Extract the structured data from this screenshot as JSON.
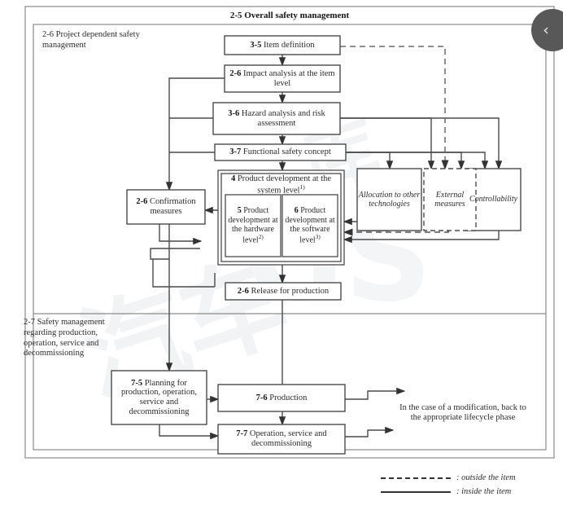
{
  "page": {
    "title": "2-5 Overall safety management",
    "background": "#ffffff",
    "line_color": "#4a4a4a",
    "text_color": "#2b2b2b"
  },
  "outer_frame": {
    "label": "2-5 Overall safety management"
  },
  "sections": {
    "project_dependent": {
      "num": "2-6",
      "text": "Project dependent safety management"
    },
    "safety_management_production": {
      "num": "2-7",
      "text": "Safety management regarding production, operation, service and decommissioning"
    }
  },
  "boxes": [
    {
      "id": "item-definition",
      "num": "3-5",
      "text": "Item definition",
      "style": "solid"
    },
    {
      "id": "impact-analysis",
      "num": "2-6",
      "text": "Impact analysis at the item level",
      "style": "solid"
    },
    {
      "id": "hazard-analysis",
      "num": "3-6",
      "text": "Hazard analysis and risk assessment",
      "style": "solid"
    },
    {
      "id": "functional-safety",
      "num": "3-7",
      "text": "Functional safety concept",
      "style": "solid"
    },
    {
      "id": "product-dev-system",
      "num": "4",
      "text": "Product development at the system level",
      "sup": "1)",
      "style": "double"
    },
    {
      "id": "product-dev-hardware",
      "num": "5",
      "text": "Product development at the hardware level",
      "sup": "2)",
      "style": "solid"
    },
    {
      "id": "product-dev-software",
      "num": "6",
      "text": "Product development at the software level",
      "sup": "3)",
      "style": "solid"
    },
    {
      "id": "confirmation-measures",
      "num": "2-6",
      "text": "Confirmation measures",
      "style": "solid"
    },
    {
      "id": "release-production",
      "num": "2-6",
      "text": "Release for production",
      "style": "solid"
    },
    {
      "id": "allocation-other-tech",
      "num": "",
      "text": "Allocation to other technologies",
      "italic": true,
      "style": "solid"
    },
    {
      "id": "external-measures",
      "num": "",
      "text": "External measures",
      "italic": true,
      "style": "dashed"
    },
    {
      "id": "controllability",
      "num": "",
      "text": "Controllability",
      "italic": true,
      "style": "solid"
    },
    {
      "id": "planning-production",
      "num": "7-5",
      "text": "Planning for production, operation, service and decommissioning",
      "style": "solid"
    },
    {
      "id": "production",
      "num": "7-6",
      "text": "Production",
      "style": "solid"
    },
    {
      "id": "operation-service",
      "num": "7-7",
      "text": "Operation, service and decommissioning",
      "style": "solid"
    }
  ],
  "annotations": {
    "modification_note": "In the case of a modification, back to the appropriate lifecycle phase"
  },
  "legend": {
    "items": [
      {
        "style": "dashed",
        "label": ": outside the item"
      },
      {
        "style": "solid",
        "label": ": inside the item"
      }
    ]
  },
  "controls": {
    "collapse_button": {
      "icon": "chevron-left-icon",
      "glyph": "‹",
      "color": "#585858"
    }
  },
  "watermark": {
    "line1": "库",
    "line2": "汽车",
    "line3": "GS"
  }
}
